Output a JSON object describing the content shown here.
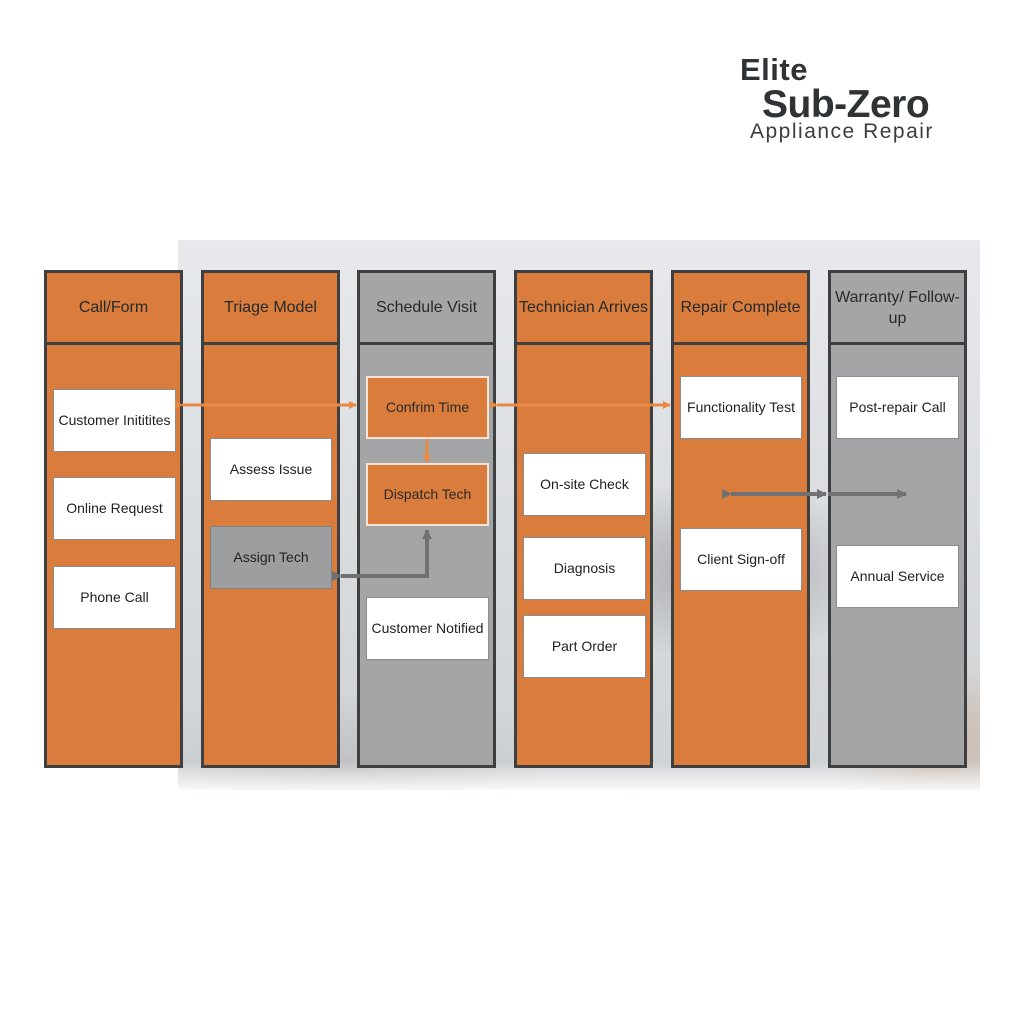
{
  "logo": {
    "line1": "Elite",
    "line2": "Sub-Zero",
    "line3": "Appliance Repair"
  },
  "colors": {
    "orange": "#d97c3c",
    "gray": "#a4a5a7",
    "border": "#3d3f41",
    "arrow_orange": "#e88a45",
    "arrow_gray": "#6f7173"
  },
  "columns": [
    {
      "title": "Call/Form",
      "items": [
        "Customer Inititites",
        "Online Request",
        "Phone Call"
      ]
    },
    {
      "title": "Triage Model",
      "items": [
        "Assess Issue",
        "Assign Tech"
      ]
    },
    {
      "title": "Schedule Visit",
      "items": [
        "Confrim Time",
        "Dispatch Tech",
        "Customer Notified"
      ]
    },
    {
      "title": "Technician Arrives",
      "items": [
        "On-site Check",
        "Diagnosis",
        "Part Order"
      ]
    },
    {
      "title": "Repair Complete",
      "items": [
        "Functionality Test",
        "Client Sign-off"
      ]
    },
    {
      "title": "Warranty/ Follow-up",
      "items": [
        "Post-repair Call",
        "Annual Service"
      ]
    }
  ]
}
